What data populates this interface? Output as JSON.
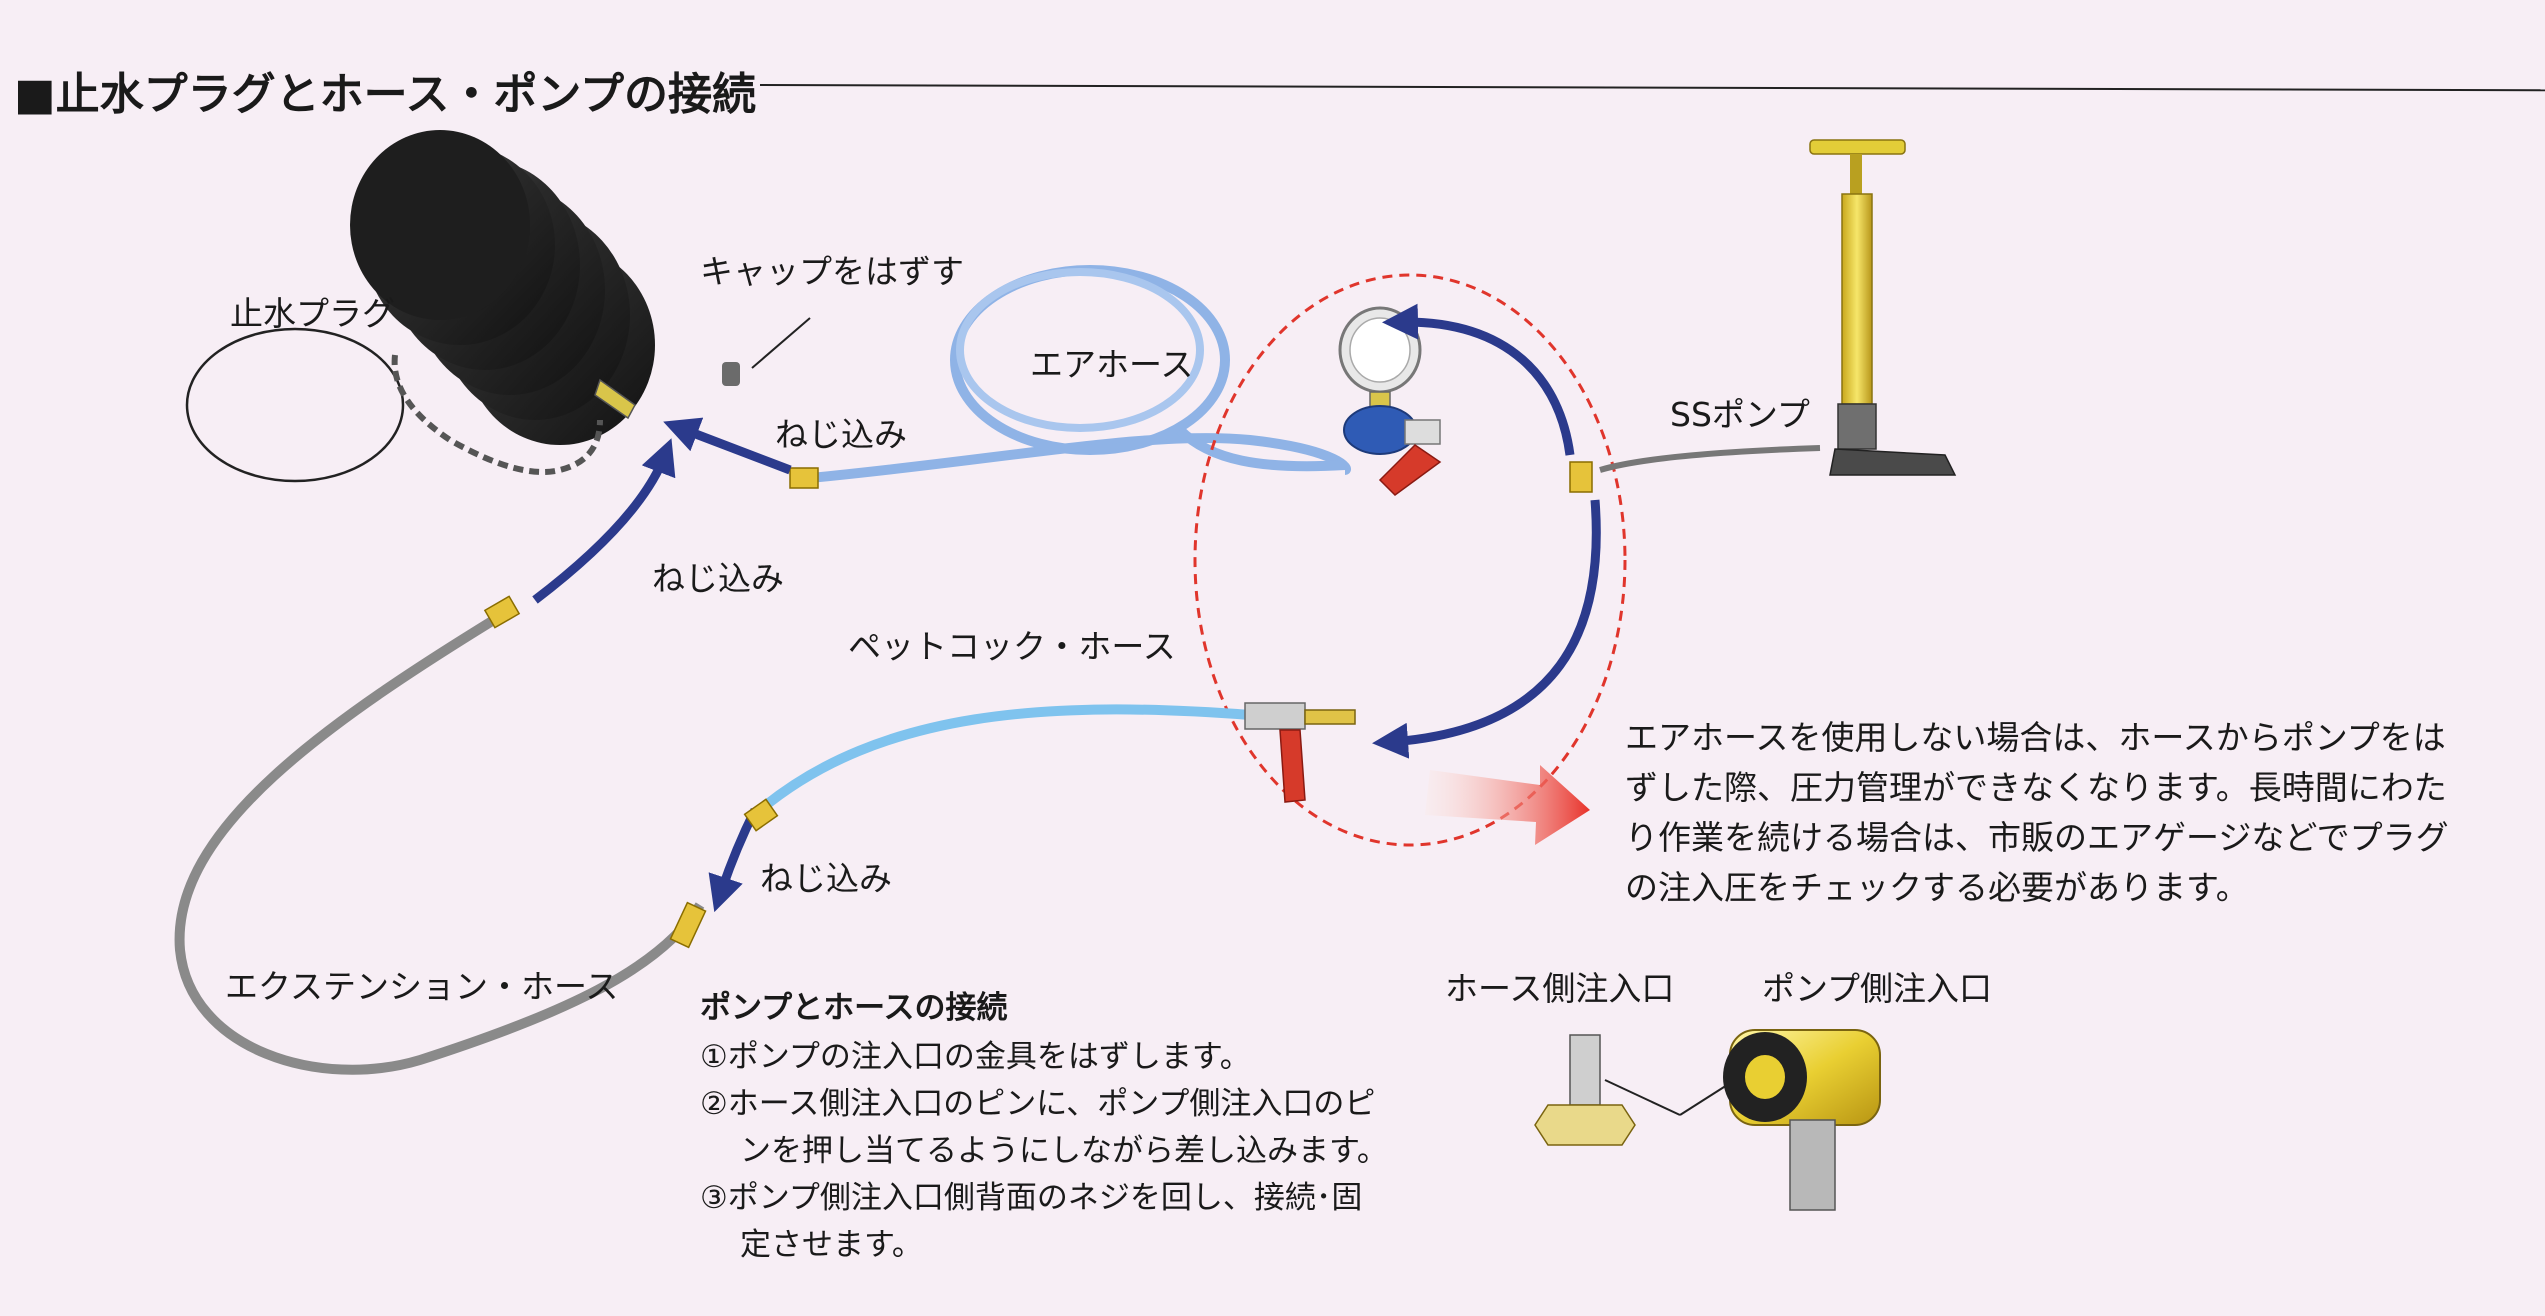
{
  "title": "■止水プラグとホース・ポンプの接続",
  "labels": {
    "plug": "止水プラグ",
    "cap": "キャップをはずす",
    "air_hose": "エアホース",
    "screw_1": "ねじ込み",
    "screw_2": "ねじ込み",
    "screw_3": "ねじ込み",
    "ss_pump": "SSポンプ",
    "petcock_hose": "ペットコック・ホース",
    "extension_hose": "エクステンション・ホース",
    "hose_inlet": "ホース側注入口",
    "pump_inlet": "ポンプ側注入口"
  },
  "note": {
    "lines": [
      "エアホースを使用しない場合は、ホースからポンプをは",
      "ずした際、圧力管理ができなくなります。長時間にわた",
      "り作業を続ける場合は、市販のエアゲージなどでプラグ",
      "の注入圧をチェックする必要があります。"
    ]
  },
  "instructions": {
    "heading": "ポンプとホースの接続",
    "steps": [
      "①ポンプの注入口の金具をはずします。",
      "②ホース側注入口のピンに、ポンプ側注入口のピ",
      "ンを押し当てるようにしながら差し込みます。",
      "③ポンプ側注入口側背面のネジを回し、接続･固",
      "定させます。"
    ]
  },
  "colors": {
    "background": "#f7eef5",
    "arrow": "#2b3a8c",
    "air_hose": "#8fb3e6",
    "petcock_hose": "#7fc3ee",
    "extension_hose": "#8a8a8a",
    "brass": "#e6c33a",
    "valve_handle": "#d63a2a",
    "dashed_circle": "#e0352c",
    "pump_body": "#f0dd40"
  }
}
